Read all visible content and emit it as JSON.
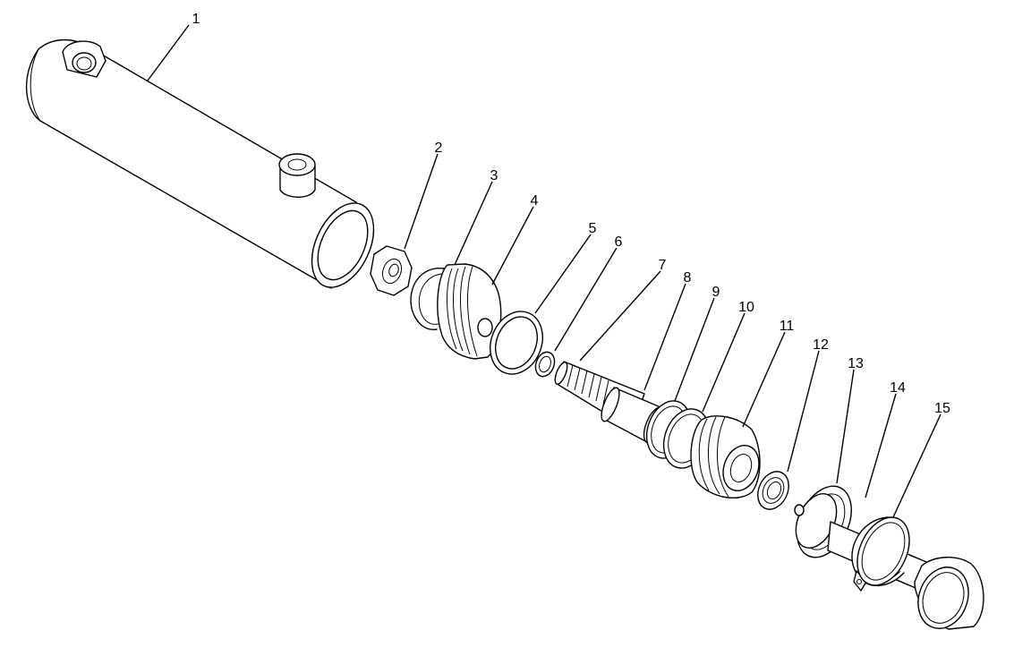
{
  "diagram": {
    "type": "exploded-parts",
    "callouts": [
      {
        "id": "1",
        "label": "1"
      },
      {
        "id": "2",
        "label": "2"
      },
      {
        "id": "3",
        "label": "3"
      },
      {
        "id": "4",
        "label": "4"
      },
      {
        "id": "5",
        "label": "5"
      },
      {
        "id": "6",
        "label": "6"
      },
      {
        "id": "7",
        "label": "7"
      },
      {
        "id": "8",
        "label": "8"
      },
      {
        "id": "9",
        "label": "9"
      },
      {
        "id": "10",
        "label": "10"
      },
      {
        "id": "11",
        "label": "11"
      },
      {
        "id": "12",
        "label": "12"
      },
      {
        "id": "13",
        "label": "13"
      },
      {
        "id": "14",
        "label": "14"
      },
      {
        "id": "15",
        "label": "15"
      }
    ]
  }
}
